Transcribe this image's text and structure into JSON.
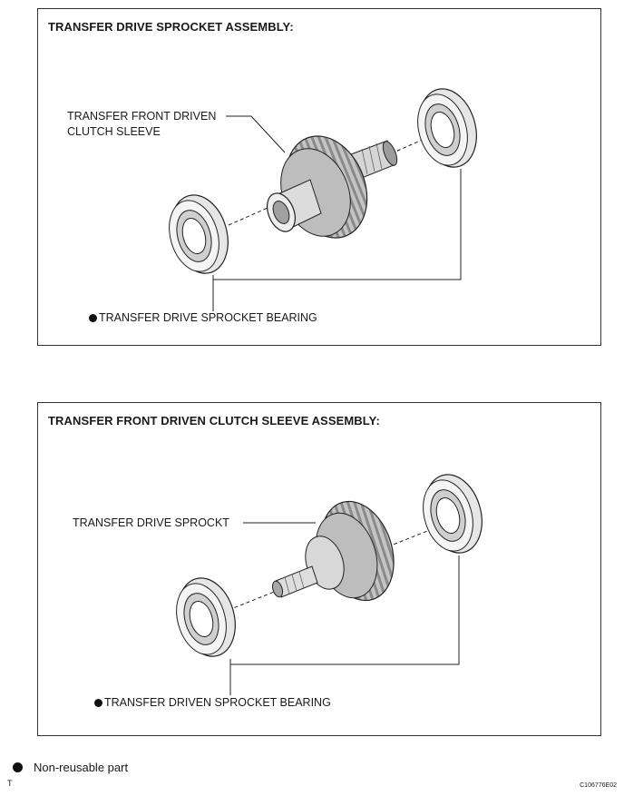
{
  "panel1": {
    "title": "TRANSFER DRIVE SPROCKET ASSEMBLY:",
    "label_part_line1": "TRANSFER FRONT DRIVEN",
    "label_part_line2": "CLUTCH SLEEVE",
    "label_bearing": "TRANSFER DRIVE SPROCKET BEARING"
  },
  "panel2": {
    "title": "TRANSFER FRONT DRIVEN CLUTCH SLEEVE ASSEMBLY:",
    "label_part": "TRANSFER DRIVE SPROCKT",
    "label_bearing": "TRANSFER DRIVEN SPROCKET BEARING"
  },
  "legend": {
    "text": "Non-reusable part",
    "icon": "filled-circle-icon"
  },
  "footer": {
    "left_mark": "T",
    "figure_code": "C106776E02"
  },
  "colors": {
    "line": "#222222",
    "gear": "#b9b9b9",
    "gear_dark": "#7a7a7a",
    "ring_light": "#e8e8e8"
  }
}
